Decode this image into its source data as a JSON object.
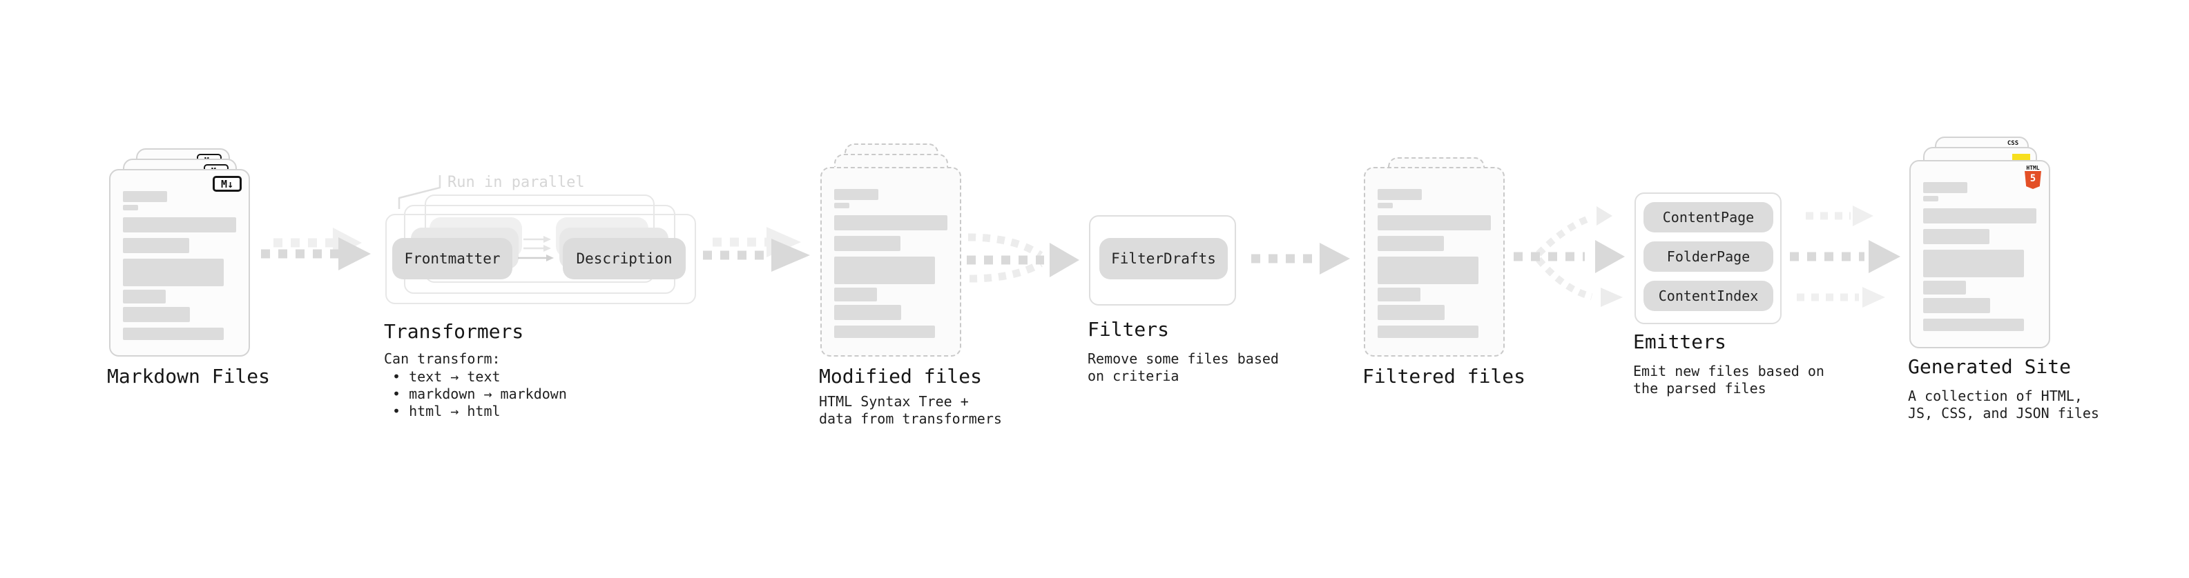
{
  "stages": {
    "markdown": {
      "label": "Markdown Files",
      "badge": "M↓"
    },
    "transformers": {
      "label": "Transformers",
      "annotation": "Run in parallel",
      "input_node": "Frontmatter",
      "output_node": "Description",
      "desc_title": "Can transform:",
      "bullets": [
        "• text → text",
        "• markdown → markdown",
        "• html → html"
      ]
    },
    "modified": {
      "label": "Modified files",
      "desc": [
        "HTML Syntax Tree +",
        "data from transformers"
      ]
    },
    "filters": {
      "label": "Filters",
      "node": "FilterDrafts",
      "desc": [
        "Remove some files based",
        "on criteria"
      ]
    },
    "filtered": {
      "label": "Filtered files"
    },
    "emitters": {
      "label": "Emitters",
      "nodes": [
        "ContentPage",
        "FolderPage",
        "ContentIndex"
      ],
      "desc": [
        "Emit new files based on",
        "the parsed files"
      ]
    },
    "generated": {
      "label": "Generated Site",
      "css_badge": "CSS",
      "html_badge": "HTML",
      "html5_number": "5",
      "desc": [
        "A collection of HTML,",
        "JS, CSS, and JSON files"
      ]
    }
  },
  "colors": {
    "html5_orange": "#e34f26",
    "js_yellow": "#f7df1e",
    "css_blue": "#2563eb",
    "node_fill": "#dcdcdc",
    "arrow_dark": "#d9d9d9",
    "arrow_light": "#efefef",
    "text": "#1a1a1a"
  }
}
